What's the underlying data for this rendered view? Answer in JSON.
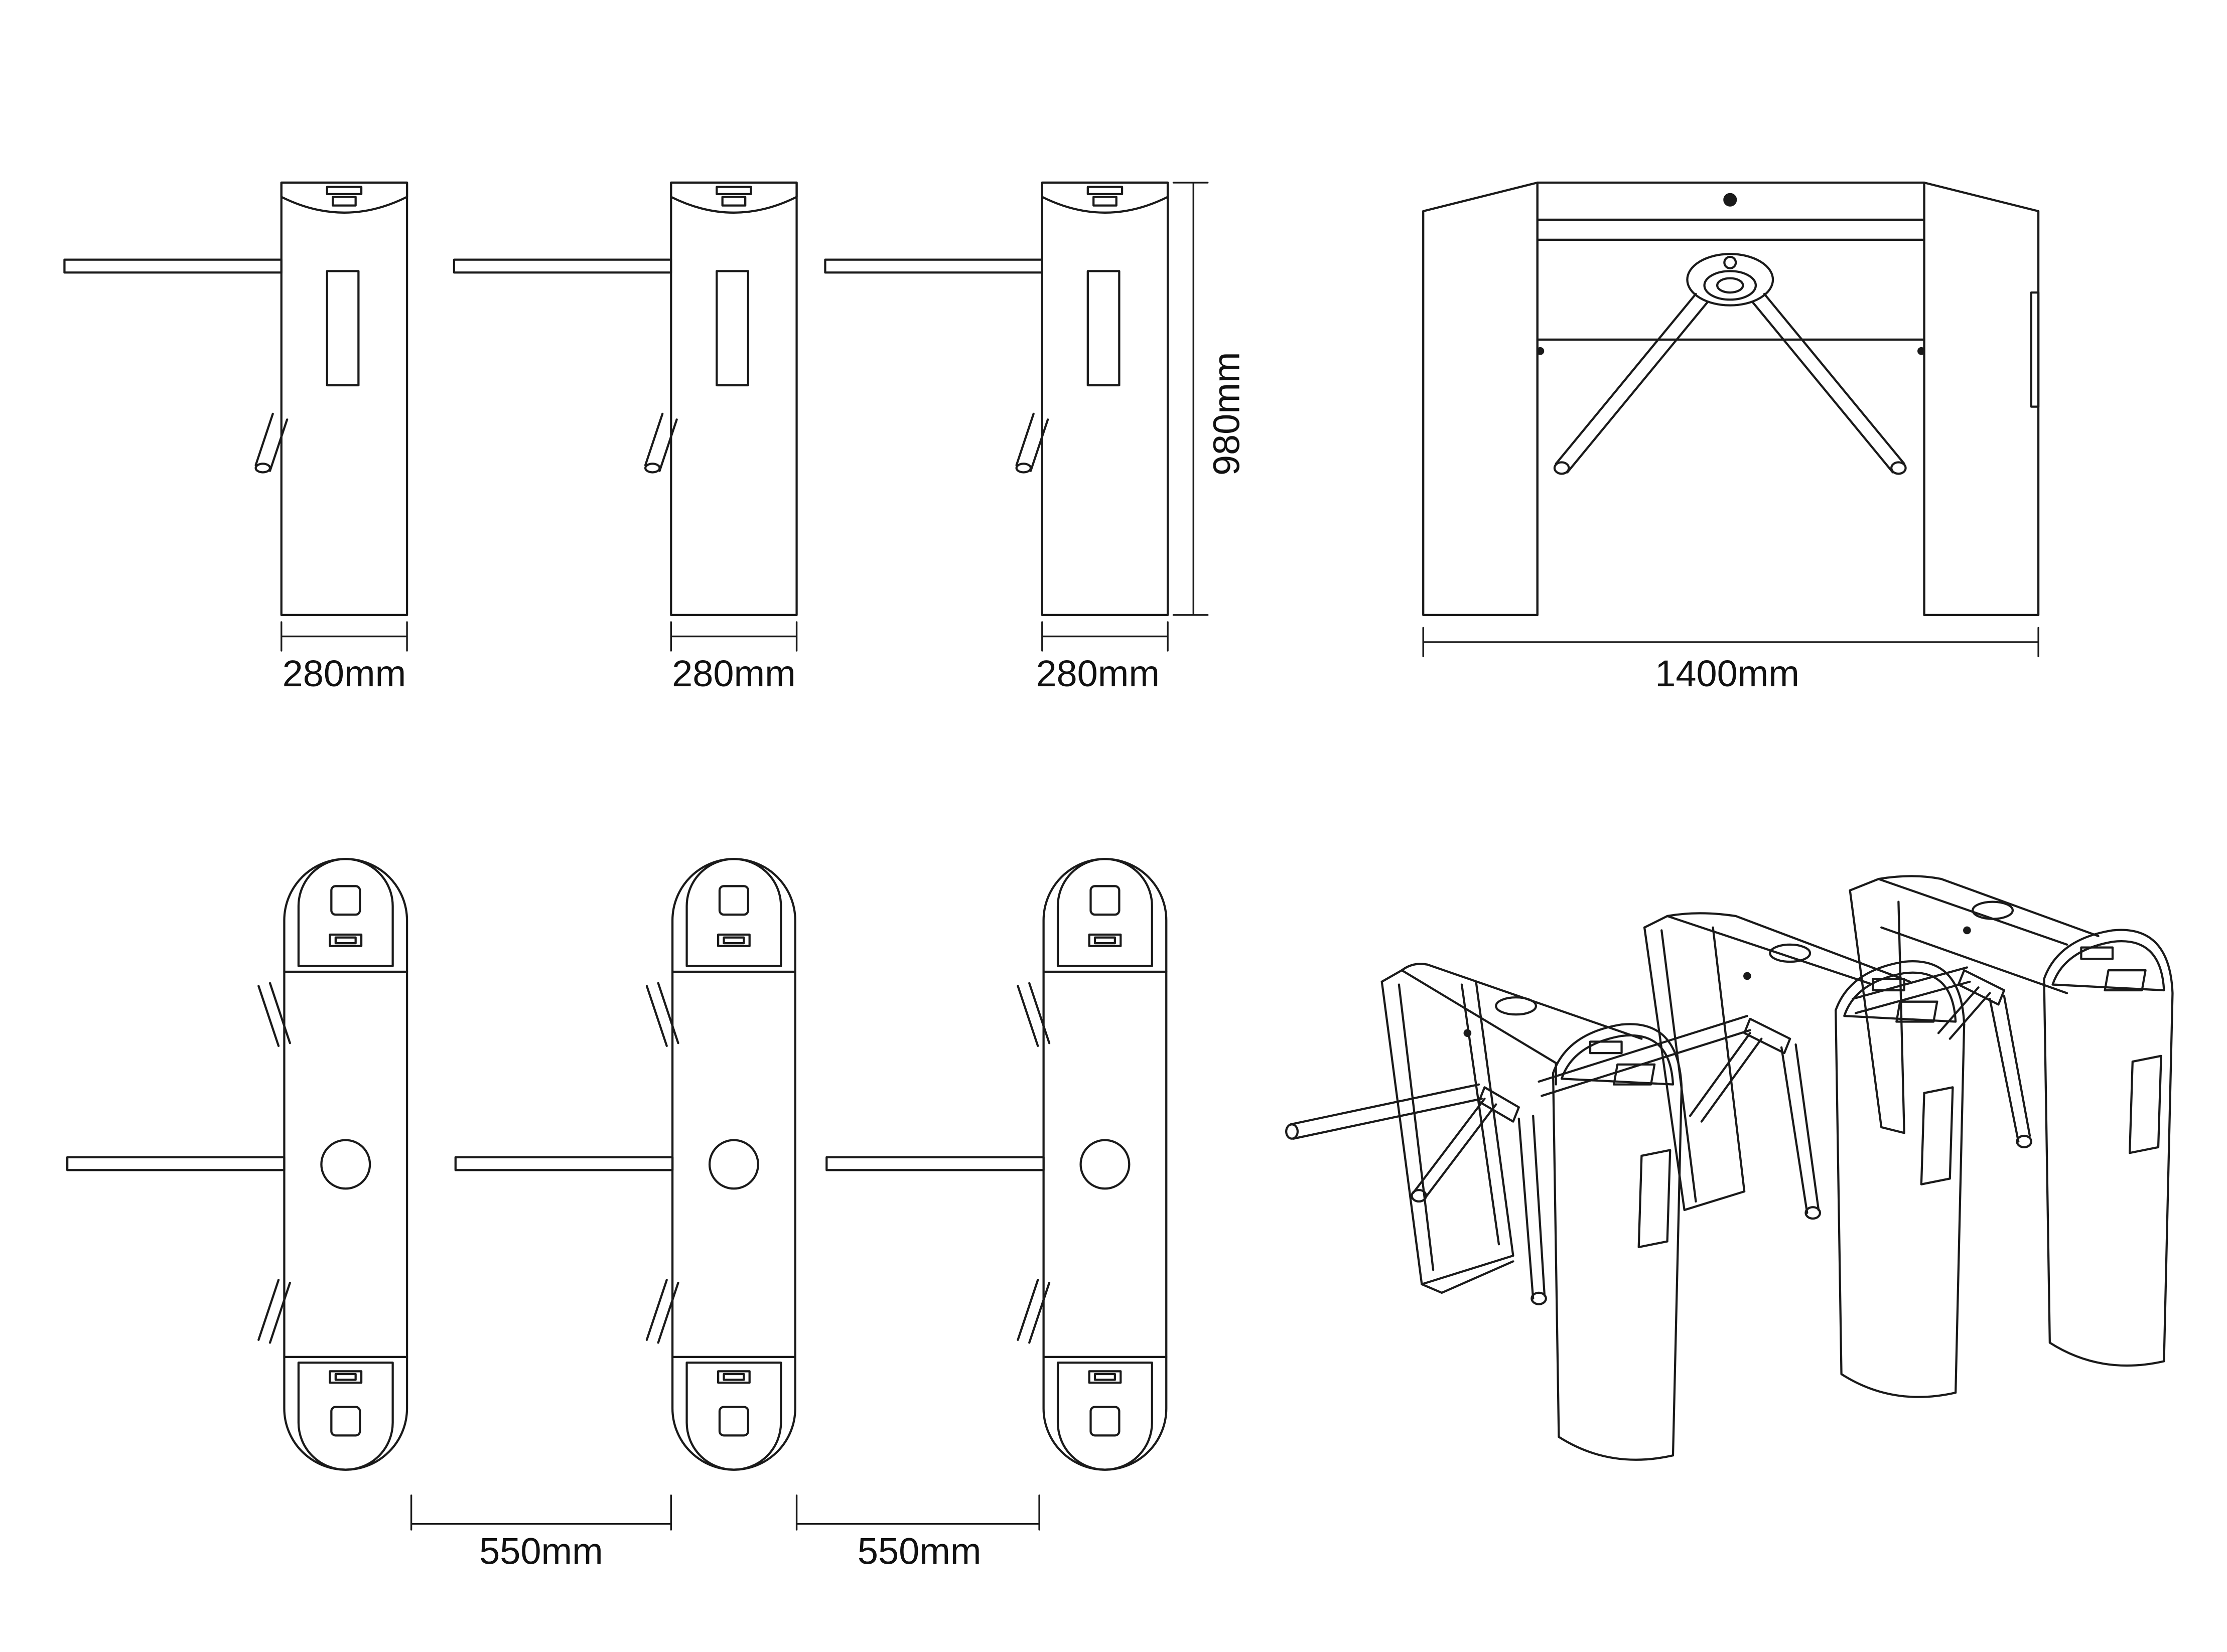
{
  "title": "",
  "colors": {
    "line": "#1a1a1a",
    "background": "#ffffff"
  },
  "dimensions": {
    "width_1": "280mm",
    "width_2": "280mm",
    "width_3": "280mm",
    "height": "980mm",
    "span": "1400mm",
    "spacing_1": "550mm",
    "spacing_2": "550mm"
  },
  "views": [
    "front-elevation-units",
    "side-elevation",
    "top-plan-units",
    "isometric-view"
  ]
}
